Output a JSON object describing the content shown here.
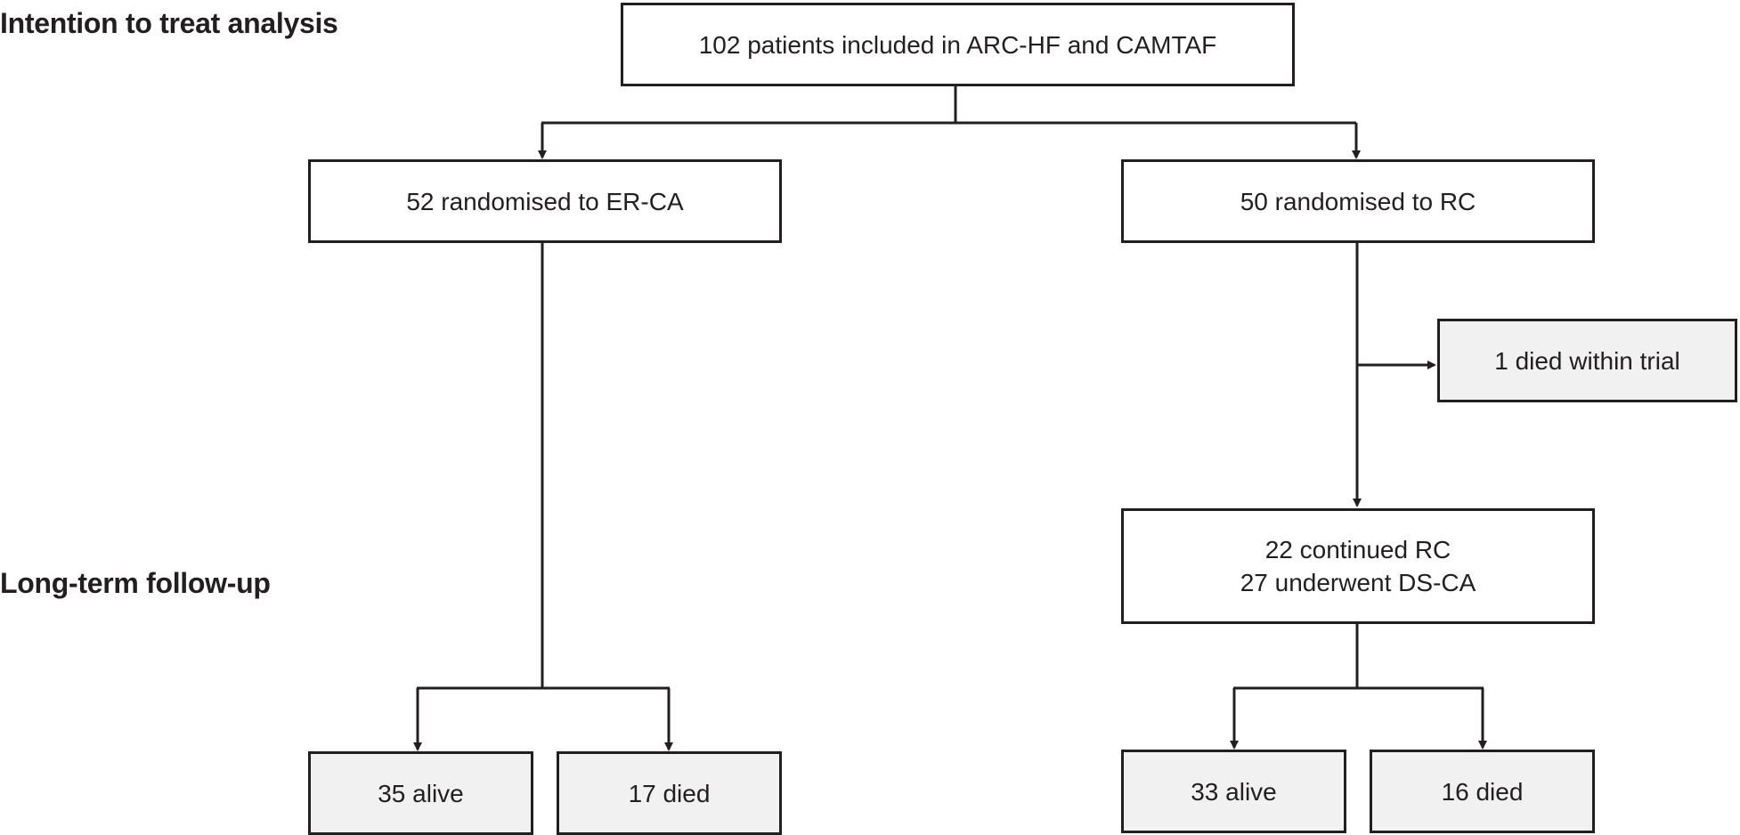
{
  "sections": {
    "intention_to_treat": "Intention to treat analysis",
    "long_term_follow_up": "Long-term follow-up"
  },
  "boxes": {
    "included": "102 patients included in ARC-HF and CAMTAF",
    "er_ca": "52 randomised to ER-CA",
    "rc": "50 randomised to RC",
    "died_within_trial": "1 died within trial",
    "rc_outcome_line1": "22 continued RC",
    "rc_outcome_line2": "27 underwent DS-CA",
    "er_alive": "35 alive",
    "er_died": "17 died",
    "rc_alive": "33 alive",
    "rc_died": "16 died"
  },
  "colors": {
    "line": "#231f20",
    "outcome_fill": "#f1f1f1",
    "box_fill": "#ffffff"
  }
}
